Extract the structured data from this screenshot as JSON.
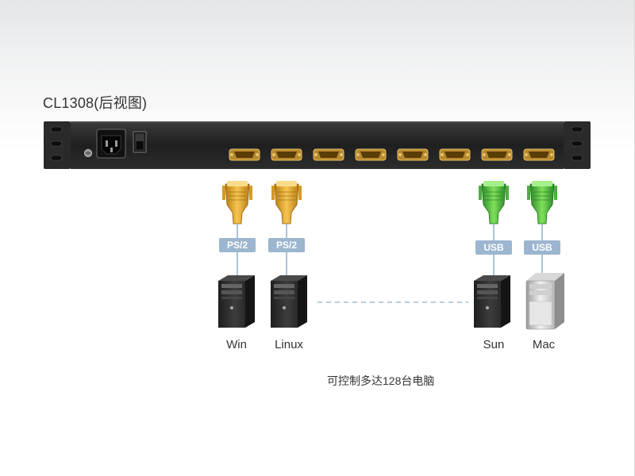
{
  "title": "CL1308(后视图)",
  "cables": [
    {
      "label": "PS/2",
      "color": "#e3a51f"
    },
    {
      "label": "PS/2",
      "color": "#e3a51f"
    },
    {
      "label": "USB",
      "color": "#3fb53a"
    },
    {
      "label": "USB",
      "color": "#3fb53a"
    }
  ],
  "computers": [
    {
      "label": "Win",
      "icon": "tower-pc-icon"
    },
    {
      "label": "Linux",
      "icon": "tower-pc-icon"
    },
    {
      "label": "Sun",
      "icon": "tower-pc-icon"
    },
    {
      "label": "Mac",
      "icon": "mac-pro-icon"
    }
  ],
  "caption": "可控制多达128台电脑",
  "port_count": 8
}
